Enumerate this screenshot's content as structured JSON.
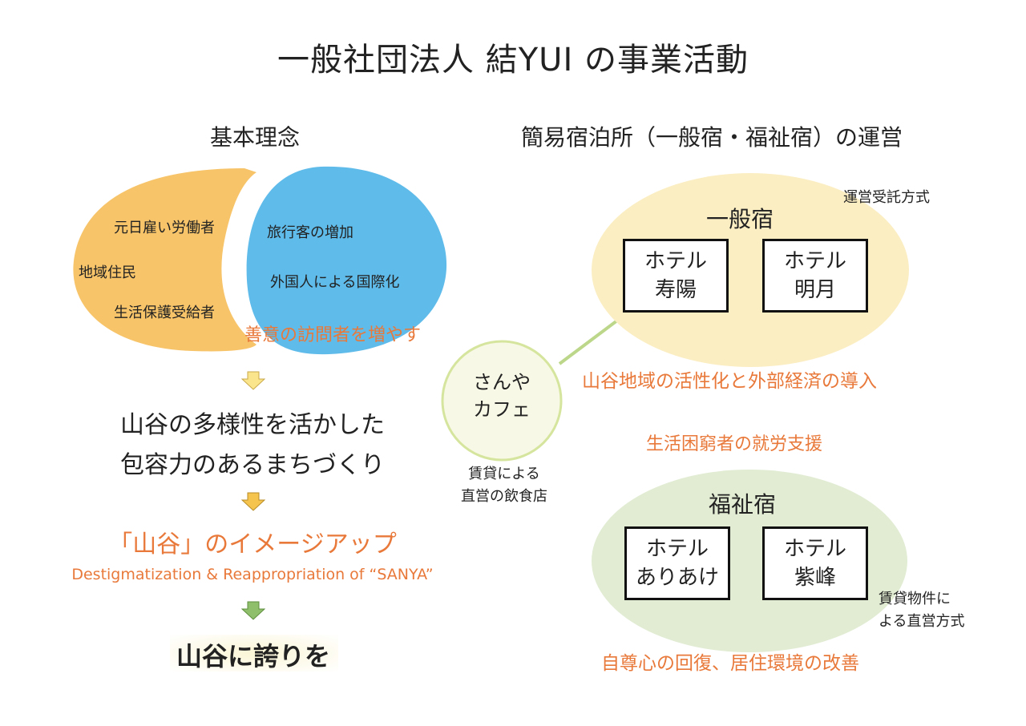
{
  "title": "一般社団法人 結YUI の事業活動",
  "left": {
    "heading": "基本理念",
    "orange_group": [
      "元日雇い労働者",
      "地域住民",
      "生活保護受給者"
    ],
    "blue_group": [
      "旅行客の増加",
      "外国人による国際化"
    ],
    "visitor_caption": "善意の訪問者を増やす",
    "statement_line1": "山谷の多様性を活かした",
    "statement_line2": "包容力のあるまちづくり",
    "image_up": "「山谷」のイメージアップ",
    "image_up_en": "Destigmatization & Reappropriation of “SANYA”",
    "pride": "山谷に誇りを"
  },
  "right": {
    "heading": "簡易宿泊所（一般宿・福祉宿）の運営",
    "general_inn": {
      "note": "運営受託方式",
      "label": "一般宿",
      "hotels": [
        {
          "line1": "ホテル",
          "line2": "寿陽"
        },
        {
          "line1": "ホテル",
          "line2": "明月"
        }
      ],
      "caption": "山谷地域の活性化と外部経済の導入"
    },
    "cafe": {
      "line1": "さんや",
      "line2": "カフェ",
      "note_line1": "賃貸による",
      "note_line2": "直営の飲食店"
    },
    "welfare_inn": {
      "top_caption": "生活困窮者の就労支援",
      "label": "福祉宿",
      "hotels": [
        {
          "line1": "ホテル",
          "line2": "ありあけ"
        },
        {
          "line1": "ホテル",
          "line2": "紫峰"
        }
      ],
      "note_line1": "賃貸物件に",
      "note_line2": "よる直営方式",
      "caption": "自尊心の回復、居住環境の改善"
    }
  },
  "colors": {
    "orange_shape": "#f7c469",
    "blue_shape": "#5fbbea",
    "general_ellipse": "#fbeec3",
    "welfare_ellipse": "#e1ecd3",
    "cafe_fill": "#f8f8e6",
    "cafe_border": "#d6e59e",
    "accent_orange": "#e8793a"
  }
}
